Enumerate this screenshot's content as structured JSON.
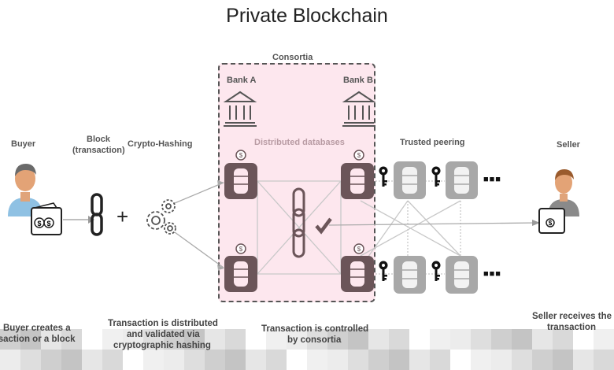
{
  "title": "Private Blockchain",
  "consortia": {
    "label": "Consortia",
    "bank_a": "Bank A",
    "bank_b": "Bank B",
    "distributed_label": "Distributed databases"
  },
  "columns": {
    "buyer": "Buyer",
    "block_line1": "Block",
    "block_line2": "(transaction)",
    "hashing": "Crypto-Hashing",
    "trusted": "Trusted peering",
    "seller": "Seller"
  },
  "captions": {
    "buyer": [
      "Buyer creates a",
      "transaction or a block"
    ],
    "hashing": [
      "Transaction is distributed",
      "and validated via",
      "cryptographic hashing"
    ],
    "consortia": [
      "Transaction is controlled",
      "by consortia"
    ],
    "seller": [
      "Seller receives the",
      "transaction"
    ]
  },
  "symbols": {
    "plus": "+",
    "ellipsis": "■■■"
  },
  "colors": {
    "consortia_fill": "#fde7ee",
    "db_dark": "#6b5559",
    "db_grey": "#a8a8a8",
    "line": "#c8c8c8"
  }
}
